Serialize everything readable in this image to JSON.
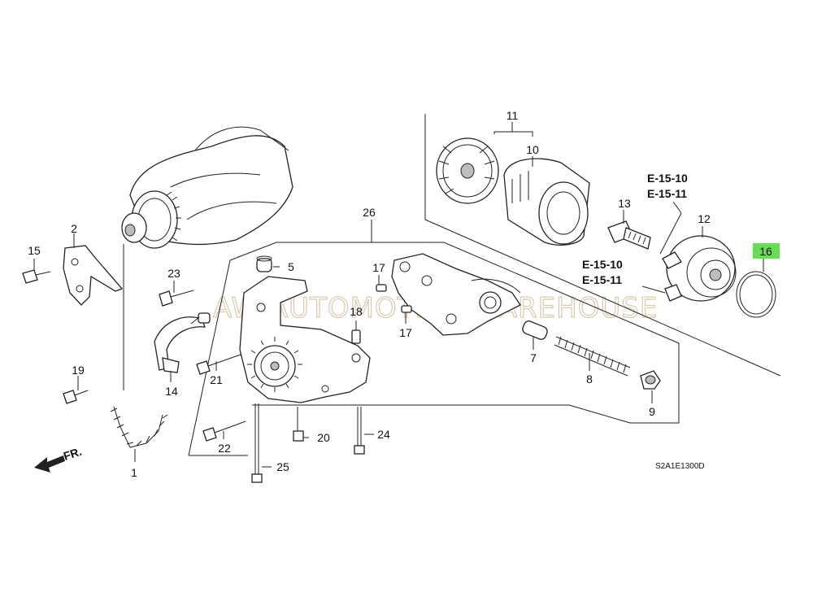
{
  "diagram": {
    "watermark": "AW AUTOMOTIVE WAREHOUSE",
    "drawing_code": "S2A1E1300D",
    "front_arrow_label": "FR.",
    "highlight_color": "#66dd55",
    "highlighted_part": "16",
    "part_labels": [
      "1",
      "2",
      "5",
      "7",
      "8",
      "9",
      "10",
      "11",
      "12",
      "13",
      "14",
      "15",
      "16",
      "17",
      "17",
      "18",
      "19",
      "20",
      "21",
      "22",
      "23",
      "24",
      "25",
      "26"
    ],
    "references": [
      "E-15-10",
      "E-15-11",
      "E-15-10",
      "E-15-11"
    ]
  }
}
